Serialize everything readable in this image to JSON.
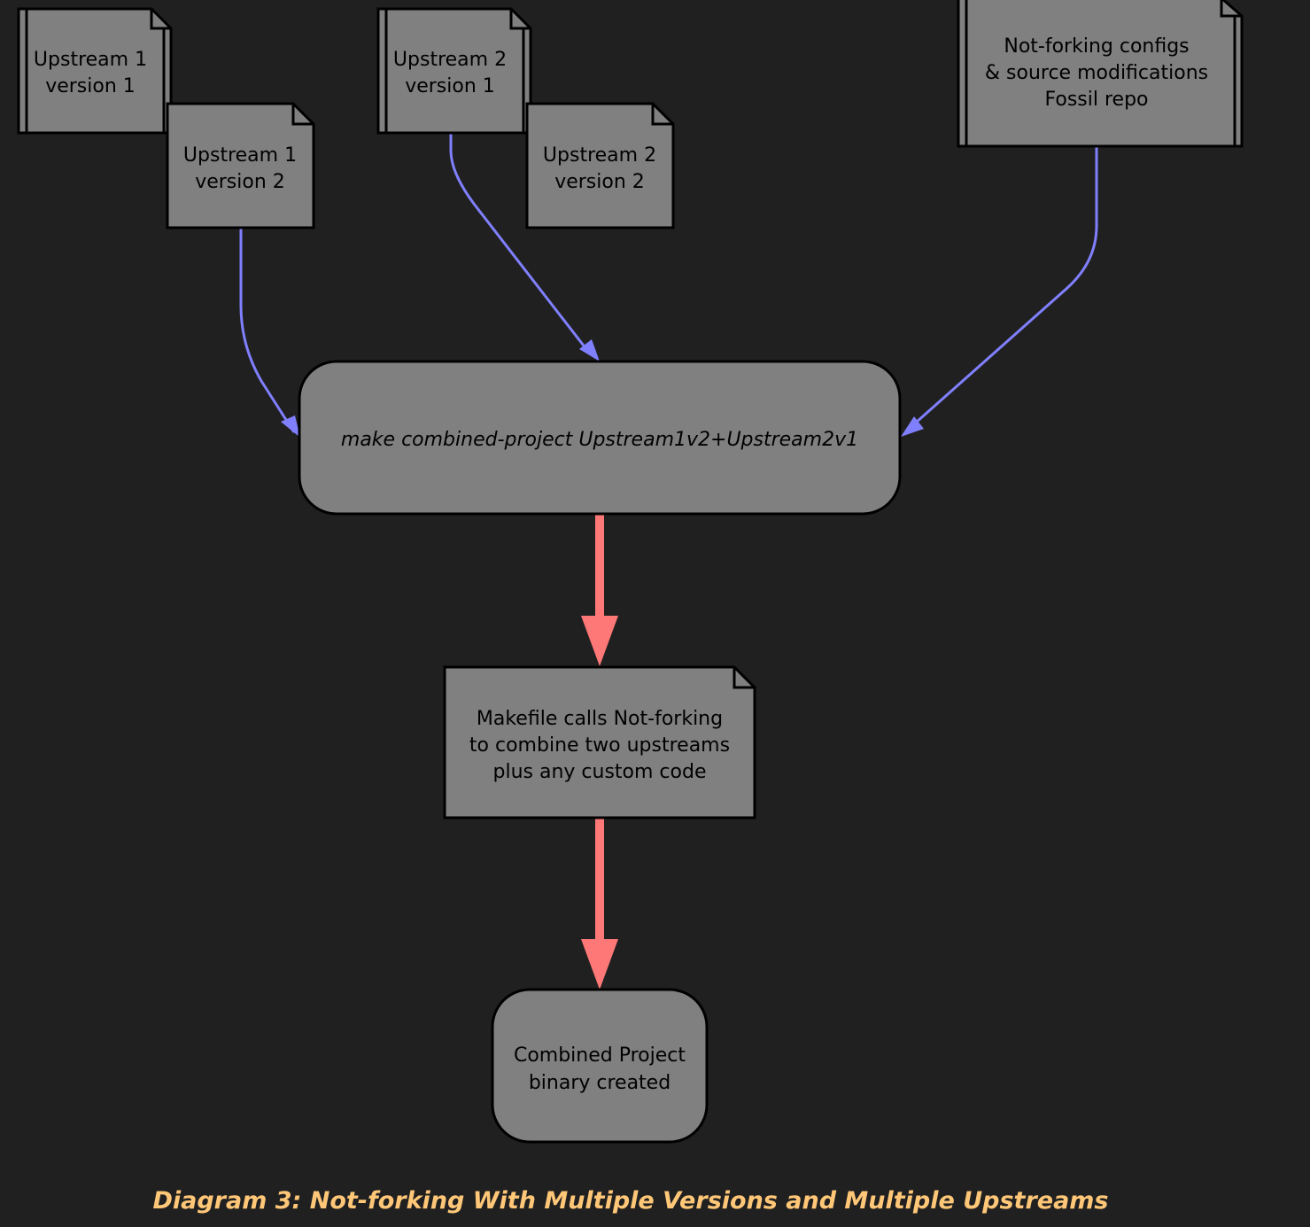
{
  "colors": {
    "background": "#202020",
    "node_fill": "#808080",
    "node_stroke": "#000000",
    "input_edge": "#8080ff",
    "output_edge": "#ff7878",
    "caption": "#ffc777"
  },
  "nodes": {
    "upstream1_v1": [
      "Upstream 1",
      "version 1"
    ],
    "upstream1_v2": [
      "Upstream 1",
      "version 2"
    ],
    "upstream2_v1": [
      "Upstream 2",
      "version 1"
    ],
    "upstream2_v2": [
      "Upstream 2",
      "version 2"
    ],
    "fossil_repo": [
      "Not-forking configs",
      "& source modifications",
      "Fossil repo"
    ],
    "make_command": [
      "make combined-project Upstream1v2+Upstream2v1"
    ],
    "makefile_note": [
      "Makefile calls Not-forking",
      "to combine two upstreams",
      "plus any custom code"
    ],
    "result": [
      "Combined Project",
      "binary created"
    ]
  },
  "edges": [
    {
      "from": "upstream1_v2",
      "to": "make_command",
      "kind": "input"
    },
    {
      "from": "upstream2_v1",
      "to": "make_command",
      "kind": "input"
    },
    {
      "from": "fossil_repo",
      "to": "make_command",
      "kind": "input"
    },
    {
      "from": "make_command",
      "to": "makefile_note",
      "kind": "output"
    },
    {
      "from": "makefile_note",
      "to": "result",
      "kind": "output"
    }
  ],
  "caption": "Diagram 3: Not-forking With Multiple Versions and Multiple Upstreams"
}
